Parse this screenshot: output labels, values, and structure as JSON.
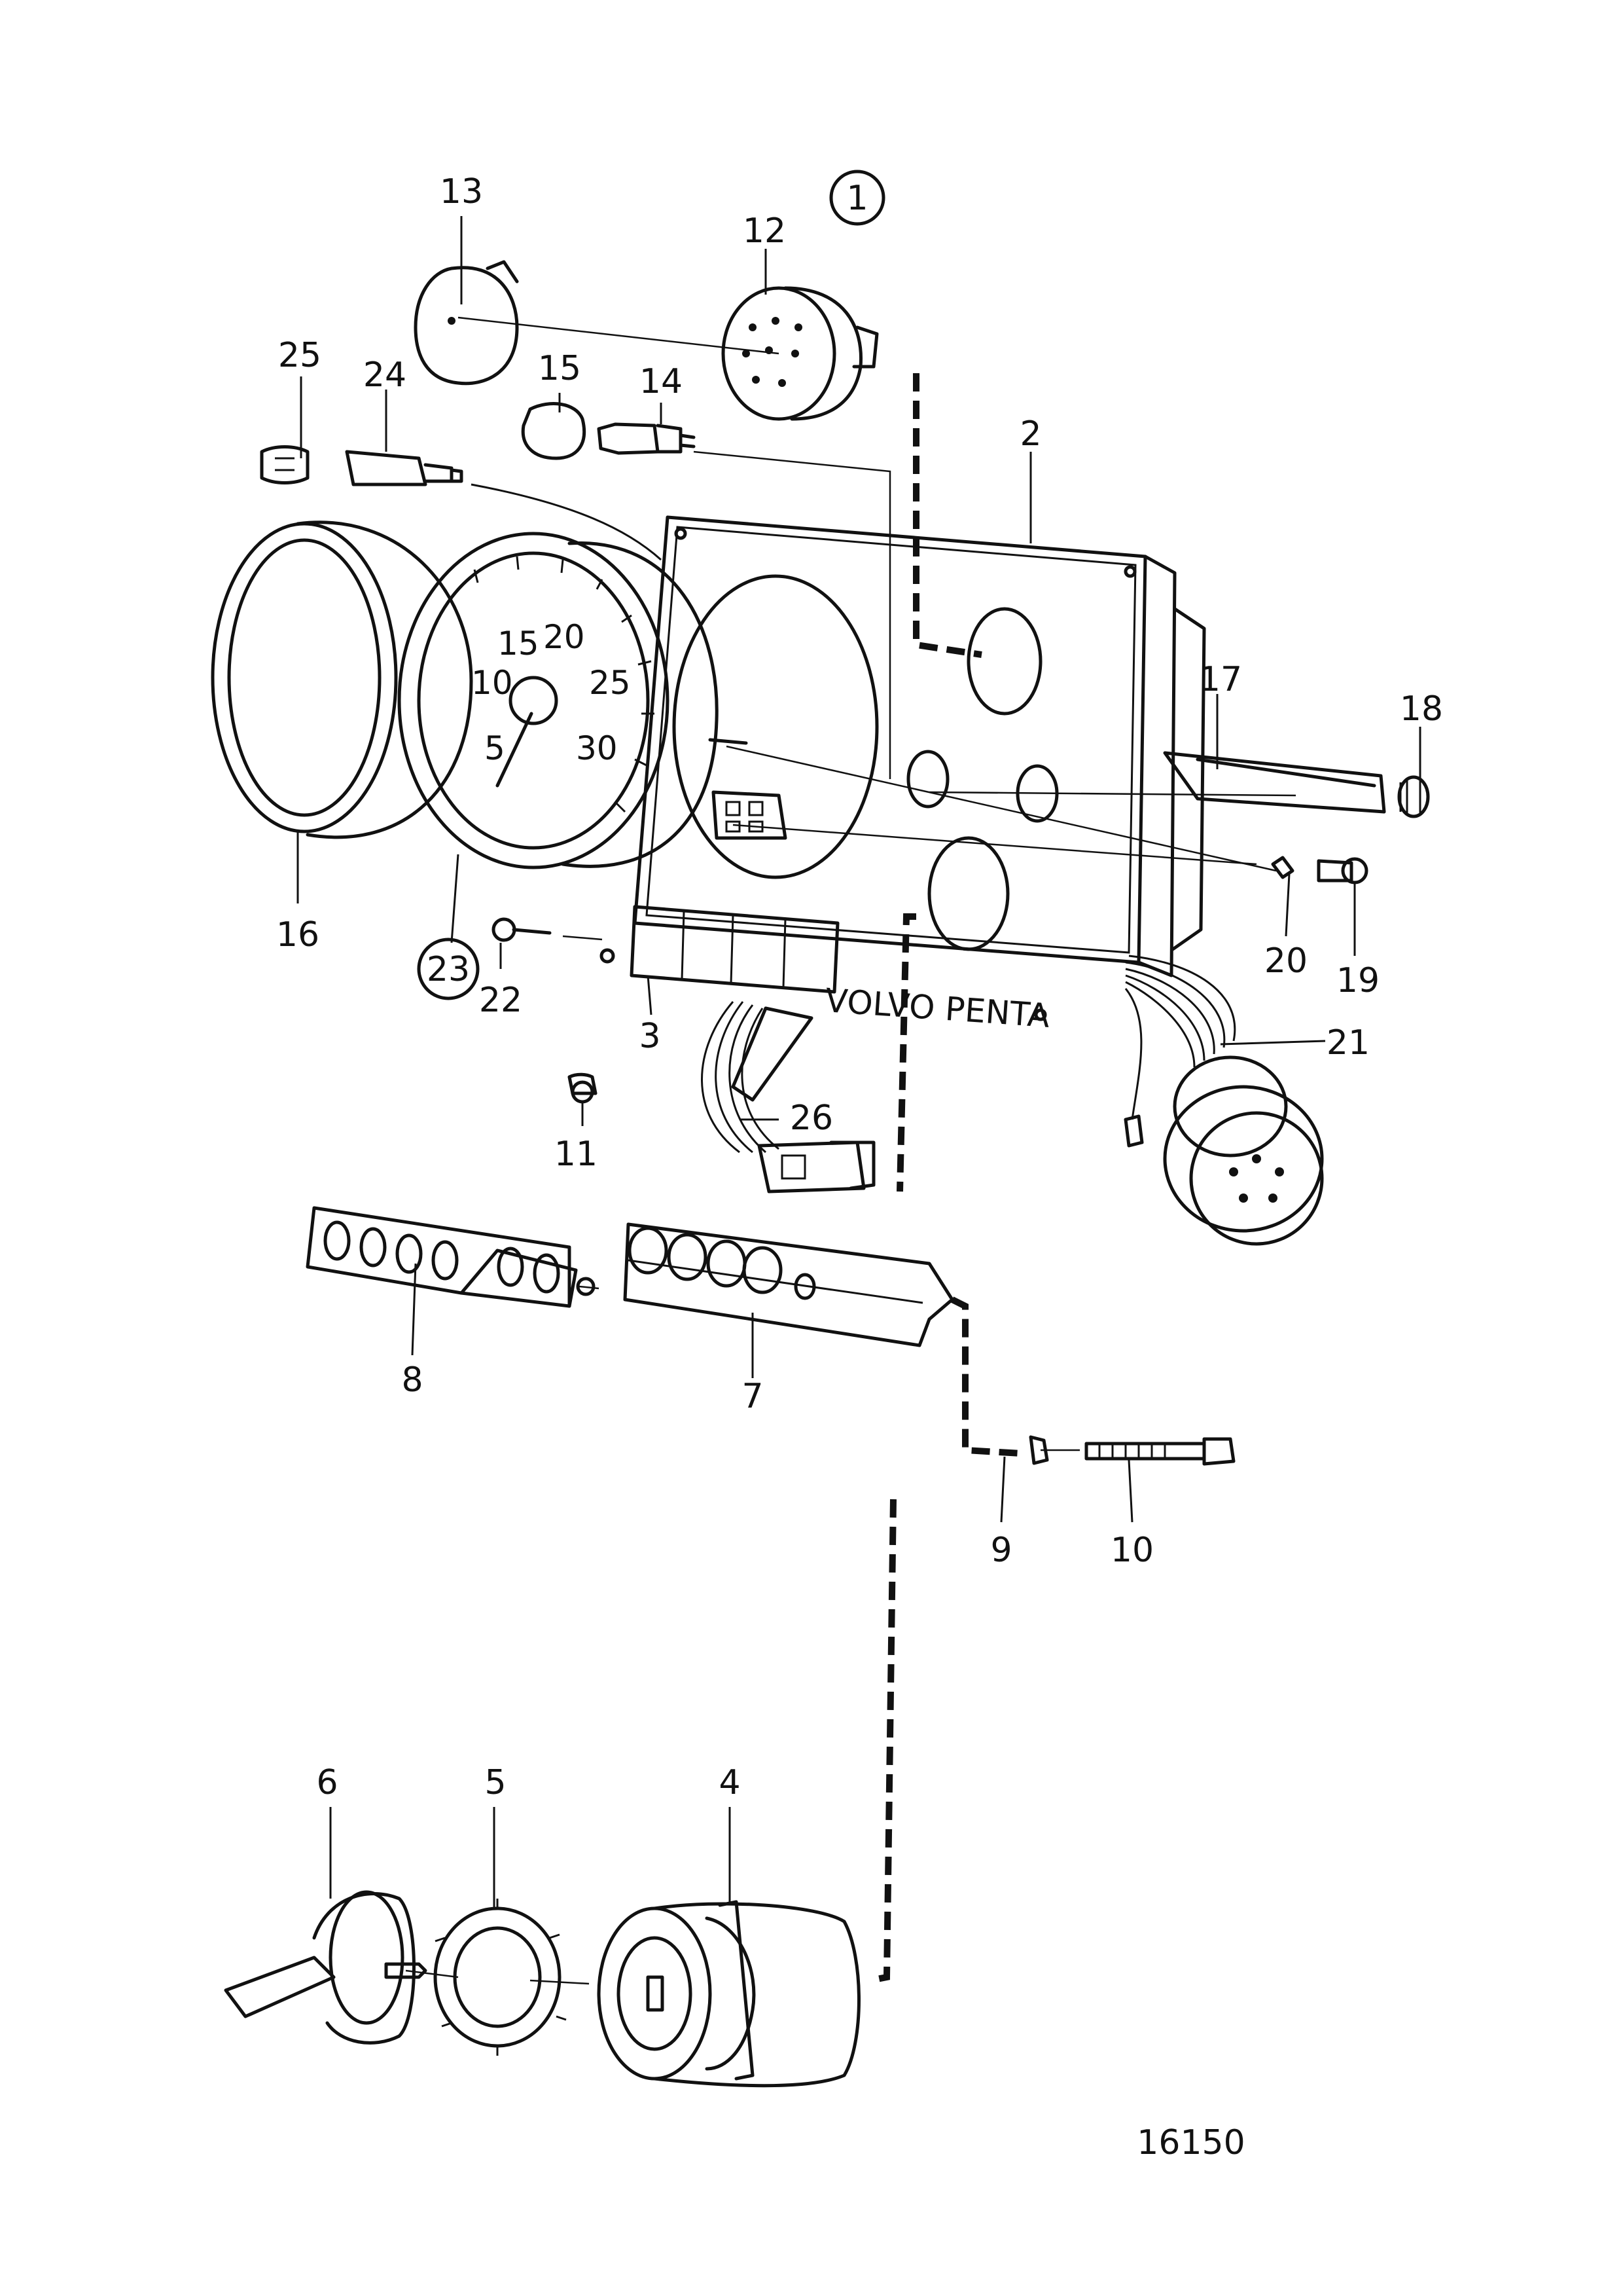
{
  "diagram": {
    "ref_circle_1": "1",
    "ref_circle_23": "23",
    "drawing_number": "16150",
    "dial_text": "VOLVO PENTA",
    "tick_labels": [
      "5",
      "10",
      "15",
      "20",
      "25",
      "30"
    ],
    "parts": [
      "2",
      "3",
      "4",
      "5",
      "6",
      "7",
      "8",
      "9",
      "10",
      "11",
      "12",
      "13",
      "14",
      "15",
      "16",
      "17",
      "18",
      "19",
      "20",
      "21",
      "22",
      "24",
      "25",
      "26"
    ]
  }
}
